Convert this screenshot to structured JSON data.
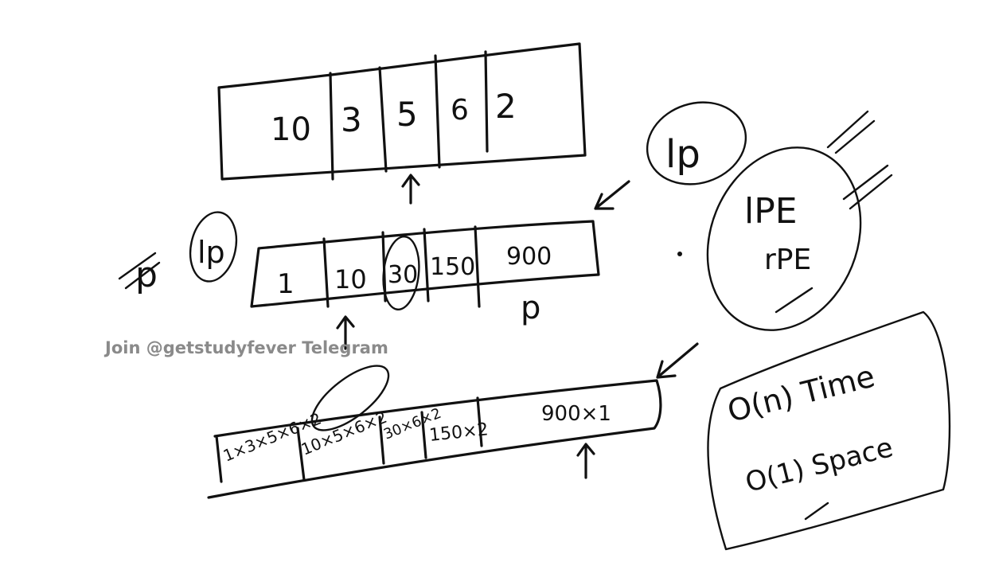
{
  "watermark": "Join @getstudyfever Telegram",
  "arrays": {
    "input": {
      "cells": [
        "10",
        "3",
        "5",
        "6",
        "2"
      ]
    },
    "left_products": {
      "cells": [
        "1",
        "10",
        "30",
        "150",
        "900"
      ]
    },
    "result": {
      "cells": [
        "1×3×5×6×2",
        "10×5×6×2",
        "30×6×2",
        "150×2",
        "900×1"
      ]
    }
  },
  "labels": {
    "lp_small": "lp",
    "lp_left": "lp",
    "lpe": "lPE",
    "rpe": "rPE",
    "p_left": "p",
    "p_right": "p"
  },
  "complexity": {
    "time": "O(n) Time",
    "space": "O(1) Space"
  }
}
